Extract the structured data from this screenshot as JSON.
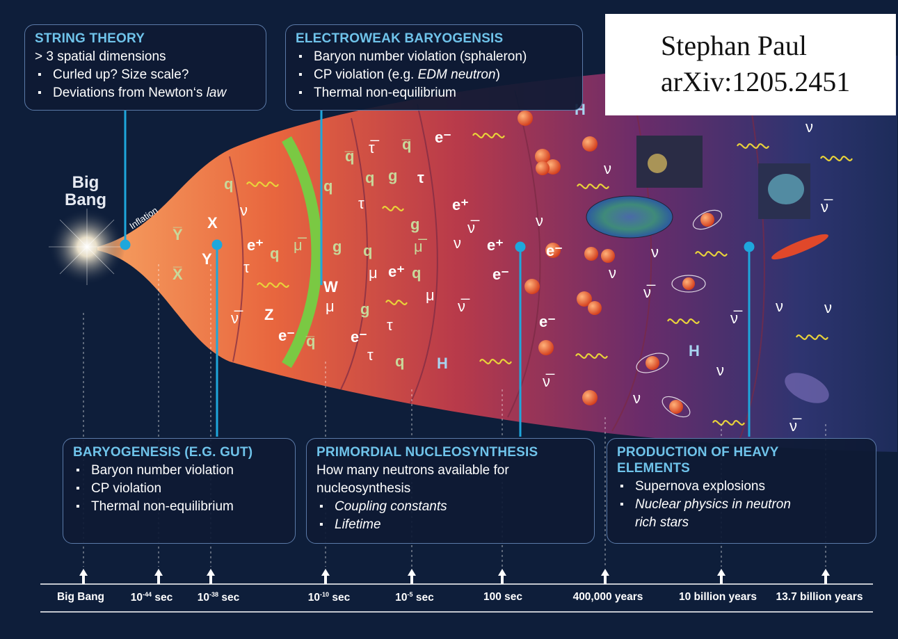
{
  "credit": {
    "author": "Stephan Paul",
    "ref": "arXiv:1205.2451"
  },
  "bigbang_label": "Big Bang",
  "inflation_label": "Inflation",
  "string_theory": {
    "title": "STRING THEORY",
    "lead": "> 3 spatial dimensions",
    "bullet1": "Curled up?  Size scale?",
    "bullet2_a": "Deviations from Newton‘s ",
    "bullet2_b": "law"
  },
  "electroweak": {
    "title": "ELECTROWEAK BARYOGENSIS",
    "bullet1": "Baryon number violation (sphaleron)",
    "bullet2_a": "CP violation (e.g. ",
    "bullet2_b": "EDM neutron",
    "bullet2_c": ")",
    "bullet3": "Thermal non-equilibrium"
  },
  "baryogenesis": {
    "title": "BARYOGENESIS (E.G. GUT)",
    "bullets": [
      "Baryon number violation",
      "CP violation",
      "Thermal non-equilibrium"
    ]
  },
  "nucleosynthesis": {
    "title": "PRIMORDIAL NUCLEOSYNTHESIS",
    "lead1": "How many neutrons available for",
    "lead2": "nucleosynthesis",
    "bullets": [
      "Coupling constants",
      "Lifetime"
    ]
  },
  "heavy_elements": {
    "title1": "PRODUCTION OF HEAVY",
    "title2": "ELEMENTS",
    "bullet1": "Supernova explosions",
    "bullet2a": "Nuclear physics in neutron",
    "bullet2b": "rich stars"
  },
  "timeline": [
    {
      "label": "Big Bang"
    },
    {
      "label": "10",
      "sup": "-44",
      "unit": " sec"
    },
    {
      "label": "10",
      "sup": "-38",
      "unit": " sec"
    },
    {
      "label": "10",
      "sup": "-10",
      "unit": " sec"
    },
    {
      "label": "10",
      "sup": "-5",
      "unit": " sec"
    },
    {
      "label": "100 sec"
    },
    {
      "label": "400,000 years"
    },
    {
      "label": "10 billion years"
    },
    {
      "label": "13.7 billion years"
    }
  ],
  "particles": [
    "q",
    "q̅",
    "g",
    "ν",
    "e⁺",
    "e⁻",
    "μ",
    "μ̅",
    "τ",
    "τ̅",
    "X",
    "Y",
    "Y̅",
    "X̅",
    "Z",
    "W",
    "H",
    "ν̅"
  ],
  "colors": {
    "accent": "#6fc3ea",
    "marker": "#1ea7dc",
    "sphaleron": "#7ac943",
    "cone_hot": "#f08a4b",
    "cone_cool": "#3a3f86",
    "background": "#0e1e3a"
  }
}
